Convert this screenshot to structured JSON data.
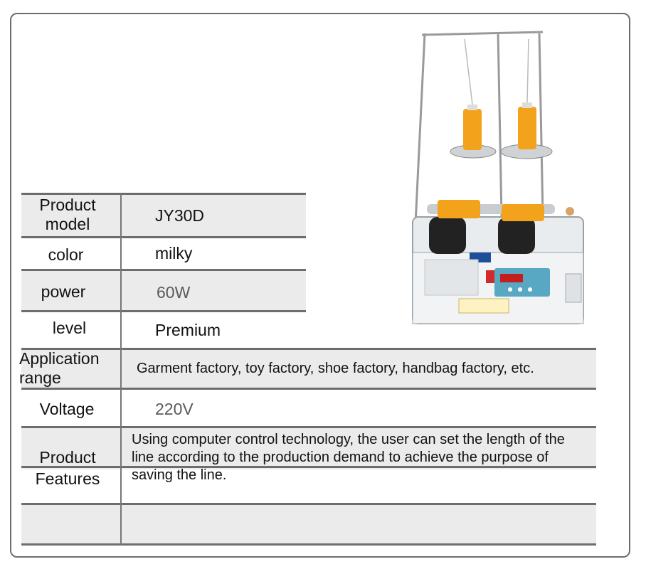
{
  "product_table": {
    "rows": [
      {
        "label": "Product model",
        "value": "JY30D"
      },
      {
        "label": "color",
        "value": "milky"
      },
      {
        "label": "power",
        "value": "60W"
      },
      {
        "label": "level",
        "value": "Premium"
      },
      {
        "label": "Application range",
        "value": "Garment factory, toy factory, shoe factory, handbag factory, etc."
      },
      {
        "label": "Voltage",
        "value": "220V"
      },
      {
        "label": "Product Features",
        "value": "Using computer control technology, the user can set the length of the line according to the production demand to achieve the purpose of saving the line."
      },
      {
        "label": "",
        "value": ""
      }
    ]
  },
  "image": {
    "subject": "bobbin-winding-machine",
    "accent_color": "#f3a21b",
    "body_color": "#e9ecef",
    "panel_color": "#58a8c4"
  }
}
